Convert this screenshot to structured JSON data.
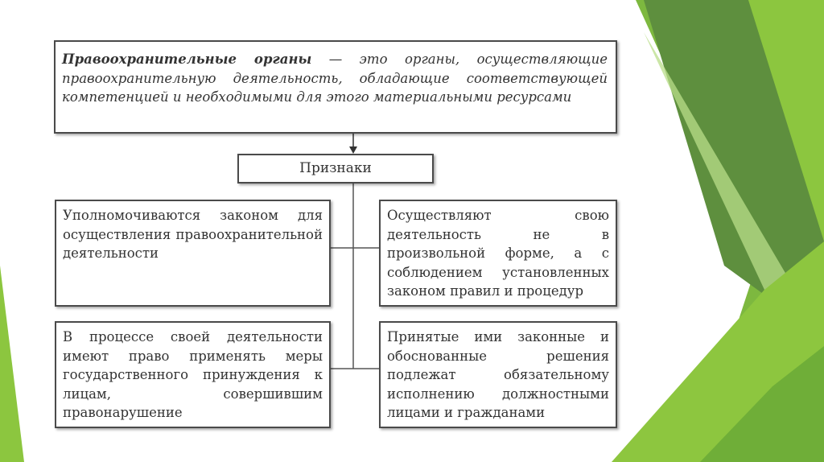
{
  "definition": {
    "term": "Правоохранительные органы",
    "text": " — это органы, осуществляющие правоохранительную деятельность, обладающие соответствующей компетенцией и необходимыми для этого материальными ресурсами"
  },
  "signs": {
    "label": "Признаки",
    "items": [
      "Уполномочиваются законом для осуществления правоохранительной деятельности",
      "Осуществляют свою деятельность не в произвольной форме, а с соблюдением установленных законом правил и процедур",
      "В процессе своей деятельности имеют право применять меры государственного принуждения к лицам, совершившим правонарушение",
      "Принятые ими законные и обоснованные решения подлежат обязательному исполнению должностными лицами и гражданами"
    ]
  },
  "colors": {
    "border": "#4a4a4a",
    "text": "#333333",
    "green_light": "#9fd06a",
    "green_mid": "#7cbf3c",
    "green_dark": "#5a8c3a"
  }
}
